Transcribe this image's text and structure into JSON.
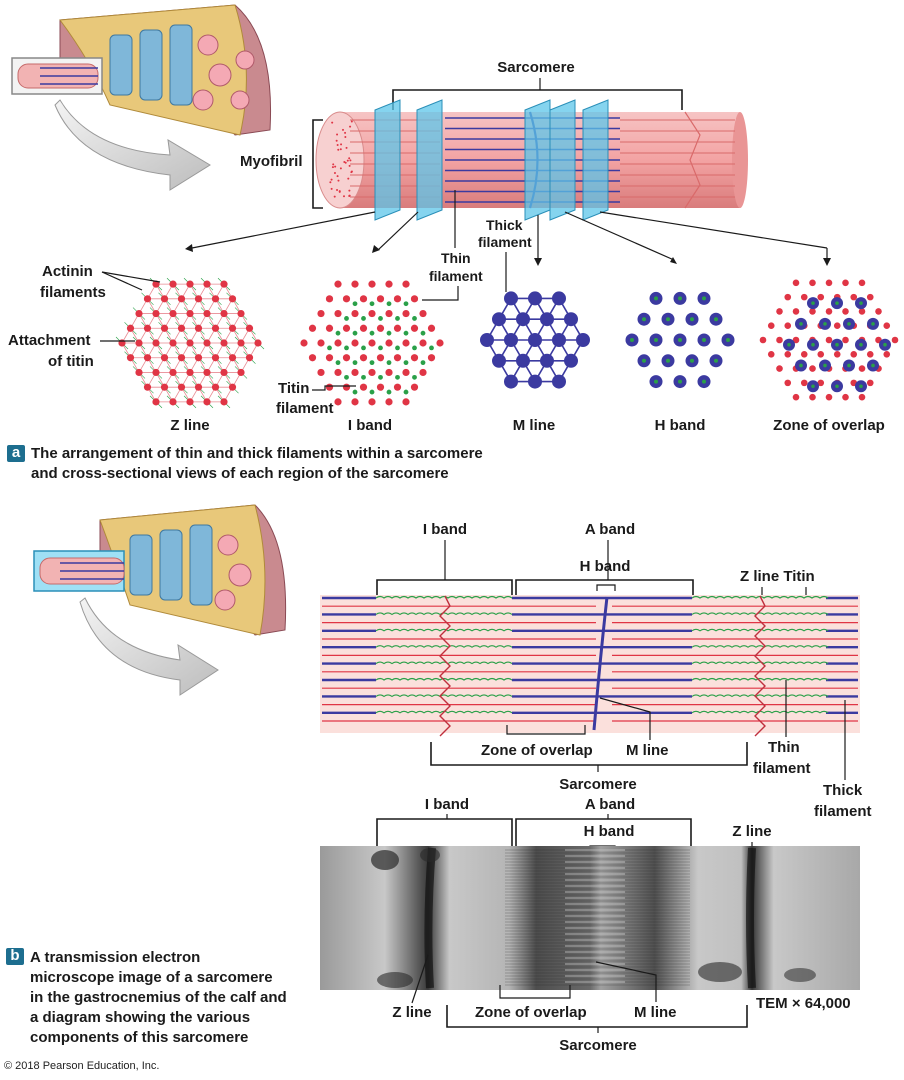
{
  "panel_a": {
    "badge": "a",
    "caption_line1": "The arrangement of thin and thick filaments within a sarcomere",
    "caption_line2": "and cross-sectional views of each region of the sarcomere",
    "sarcomere": "Sarcomere",
    "myofibril": "Myofibril",
    "thick_filament_1": "Thick",
    "thick_filament_2": "filament",
    "thin_filament_1": "Thin",
    "thin_filament_2": "filament",
    "actinin_1": "Actinin",
    "actinin_2": "filaments",
    "attachment_1": "Attachment",
    "attachment_2": "of titin",
    "titin_1": "Titin",
    "titin_2": "filament",
    "z_line": "Z line",
    "i_band": "I band",
    "m_line": "M line",
    "h_band": "H band",
    "zone_overlap": "Zone of overlap"
  },
  "panel_b": {
    "badge": "b",
    "caption_lines": [
      "A transmission electron",
      "microscope image of a sarcomere",
      "in the gastrocnemius of the calf and",
      "a diagram showing the various",
      "components of this sarcomere"
    ],
    "i_band": "I band",
    "a_band": "A band",
    "h_band": "H band",
    "z_line_titin": "Z line Titin",
    "zone_overlap": "Zone of overlap",
    "m_line": "M line",
    "thin_1": "Thin",
    "thin_2": "filament",
    "thick_1": "Thick",
    "thick_2": "filament",
    "sarcomere": "Sarcomere",
    "tem_i_band": "I band",
    "tem_a_band": "A band",
    "tem_h_band": "H band",
    "tem_z_line": "Z line",
    "tem_z_line_bottom": "Z line",
    "tem_zone_overlap": "Zone of overlap",
    "tem_m_line": "M line",
    "tem_mag": "TEM × 64,000",
    "tem_sarcomere": "Sarcomere"
  },
  "copyright": "© 2018 Pearson Education, Inc.",
  "colors": {
    "pink": "#f2a9a9",
    "thin_red": "#e03545",
    "thick_blue": "#3b3aa0",
    "titin_green": "#2aa048",
    "plane_blue": "#5cc6ea",
    "badge": "#1d6e8f"
  }
}
